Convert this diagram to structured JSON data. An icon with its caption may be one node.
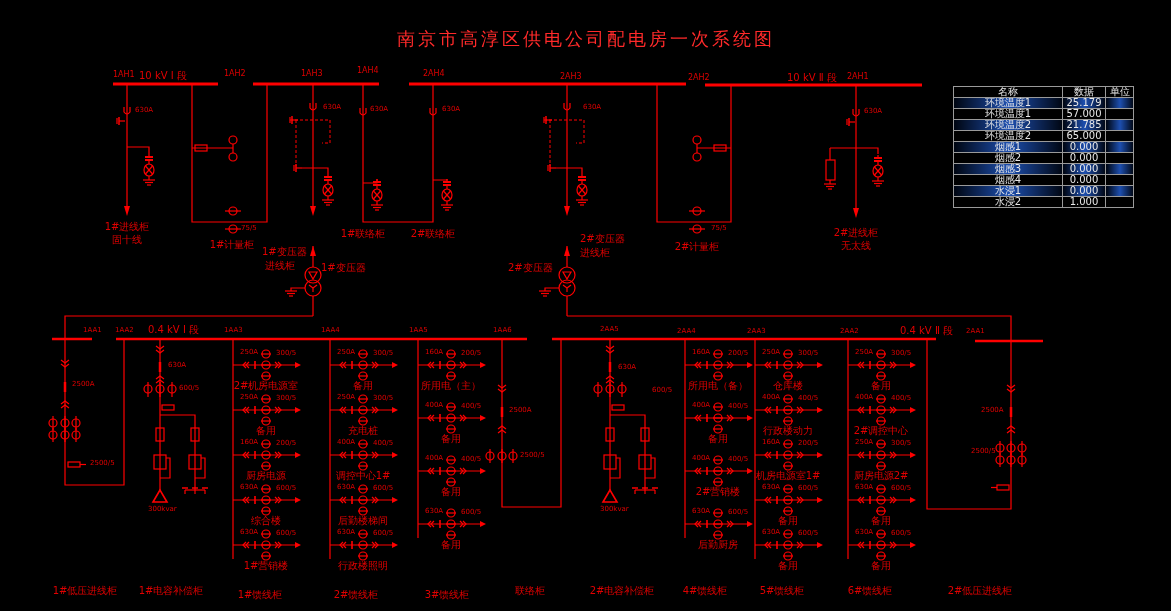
{
  "diagram": {
    "title": "南京市高淳区供电公司配电房一次系统图",
    "labels": [
      "1AH1",
      "10 kV Ⅰ 段",
      "1AH2",
      "1AH3",
      "1AH4",
      "2AH4",
      "2AH3",
      "2AH2",
      "10 kV Ⅱ 段",
      "2AH1",
      "630A",
      "630A",
      "630A",
      "630A",
      "630A",
      "630A",
      "1#进线柜",
      "固十线",
      "75/5",
      "1#计量柜",
      "1#变压器",
      "进线柜",
      "1#变压器",
      "1#联络柜",
      "2#联络柜",
      "2#变压器",
      "进线柜",
      "2#变压器",
      "75/5",
      "2#计量柜",
      "2#进线柜",
      "无太线",
      "1AA1",
      "1AA2",
      "0.4 kV Ⅰ 段",
      "1AA3",
      "1AA4",
      "1AA5",
      "1AA6",
      "2AA5",
      "2AA4",
      "2AA3",
      "2AA2",
      "0.4 kV Ⅱ 段",
      "2AA1",
      "2500A",
      "2500/5",
      "630A",
      "600/5",
      "300kvar",
      "2500A",
      "2500/5",
      "630A",
      "600/5",
      "300kvar",
      "2500A",
      "2500/5",
      "250A",
      "300/5",
      "2#机房电源室",
      "250A",
      "300/5",
      "备用",
      "160A",
      "200/5",
      "厨房电源",
      "630A",
      "600/5",
      "综合楼",
      "630A",
      "600/5",
      "1#营销楼",
      "250A",
      "300/5",
      "备用",
      "250A",
      "300/5",
      "充电桩",
      "400A",
      "400/5",
      "调控中心1#",
      "630A",
      "600/5",
      "后勤楼梯间",
      "630A",
      "600/5",
      "行政楼照明",
      "160A",
      "200/5",
      "所用电（主）",
      "400A",
      "400/5",
      "备用",
      "400A",
      "400/5",
      "备用",
      "630A",
      "600/5",
      "备用",
      "160A",
      "200/5",
      "所用电（备）",
      "400A",
      "400/5",
      "备用",
      "400A",
      "400/5",
      "2#营销楼",
      "630A",
      "600/5",
      "后勤厨房",
      "250A",
      "300/5",
      "仓库楼",
      "400A",
      "400/5",
      "行政楼动力",
      "160A",
      "200/5",
      "机房电源室1#",
      "630A",
      "600/5",
      "备用",
      "630A",
      "600/5",
      "备用",
      "250A",
      "300/5",
      "备用",
      "400A",
      "400/5",
      "2#调控中心",
      "250A",
      "300/5",
      "厨房电源2#",
      "630A",
      "600/5",
      "备用",
      "630A",
      "600/5",
      "备用",
      "1#低压进线柜",
      "1#电容补偿柜",
      "1#馈线柜",
      "2#馈线柜",
      "3#馈线柜",
      "联络柜",
      "2#电容补偿柜",
      "4#馈线柜",
      "5#馈线柜",
      "6#馈线柜",
      "2#低压进线柜",
      "名称",
      "数据",
      "单位",
      "环境温度1",
      "25.179",
      "环境温度1",
      "57.000",
      "环境温度2",
      "21.785",
      "环境温度2",
      "65.000",
      "烟感1",
      "0.000",
      "烟感2",
      "0.000",
      "烟感3",
      "0.000",
      "烟感4",
      "0.000",
      "水浸1",
      "0.000",
      "水浸2",
      "1.000"
    ]
  }
}
